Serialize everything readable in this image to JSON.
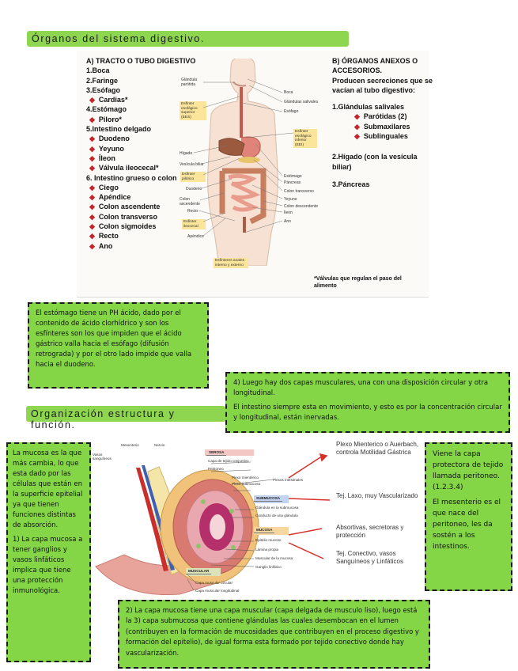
{
  "section1_title": "Órganos del sistema digestivo.",
  "section2_title": "Organización estructura y función.",
  "tract": {
    "heading": "A) TRACTO O TUBO DIGESTIVO",
    "items": [
      "1.Boca",
      "2.Faringe",
      "3.Esófago"
    ],
    "esofago_sub": [
      "Cardias*"
    ],
    "estomago": "4.Estómago",
    "estomago_sub": [
      "Piloro*"
    ],
    "delgado": "5.Intestino delgado",
    "delgado_sub": [
      "Duodeno",
      "Yeyuno",
      "Íleon",
      "Válvula ileocecal*"
    ],
    "grueso": "6. Intestino grueso o colon",
    "grueso_sub": [
      "Ciego",
      "Apéndice",
      "Colon ascendente",
      "Colon transverso",
      "Colon sigmoides",
      "Recto",
      "Ano"
    ]
  },
  "annex": {
    "heading_1": "B) ÓRGANOS ANEXOS O",
    "heading_2": "ACCESORIOS.",
    "desc_1": "Producen secreciones que se",
    "desc_2": "vacían al tubo digestivo:",
    "glands": "1.Glándulas salivales",
    "glands_sub": [
      "Parótidas (2)",
      "Submaxilares",
      "Sublinguales"
    ],
    "liver_1": "2.Hígado (con la vesícula",
    "liver_2": "biliar)",
    "pancreas": "3.Páncreas"
  },
  "valve_note_1": "*Válvulas que regulan el paso del",
  "valve_note_2": "alimento",
  "diagram1_labels": {
    "parotid": "Glándula parótida",
    "mouth": "Boca",
    "salivary": "Glándulas salivales",
    "esophagus": "Esófago",
    "ues": "Esfínter esofágico superior (EES)",
    "les": "Esfínter esofágico inferior (EEI)",
    "liver": "Hígado",
    "gallbladder": "Vesícula biliar",
    "pyloric": "Esfínter pilórico",
    "duodenum": "Duodeno",
    "ascending": "Colon ascendente",
    "rectum": "Recto",
    "ileocecal": "Esfínter ileocecal",
    "appendix": "Apéndice",
    "stomach": "Estómago",
    "pancreas": "Páncreas",
    "transverse": "Colon transverso",
    "jejunum": "Yeyuno",
    "descending": "Colon descendente",
    "ileum": "Íleon",
    "anus": "Ano",
    "anal": "Esfínteres anales interno y externo"
  },
  "box_stomach": "El estómago tiene un PH ácido, dado por el contenido de ácido clorhídrico y son los esfínteres son los que impiden que el ácido gástrico valla hacia el esófago (difusión retrograda) y por el otro lado impide que valla hacia el duodeno.",
  "box_muscle_1": "4) Luego hay dos capas musculares, una con una disposición circular y otra longitudinal.",
  "box_muscle_2": "El intestino siempre esta en movimiento, y esto es por la concentración circular y longitudinal, están inervadas.",
  "box_mucosa_1": "La mucosa es la que más cambia, lo que esta dado por las células que están en la superficie epitelial ya que tienen funciones distintas de absorción.",
  "box_mucosa_2": "1) La capa mucosa a tener ganglios y vasos linfáticos implica que tiene una protección inmunológica.",
  "box_peritoneo_1": "Viene la capa protectora de tejido llamada peritoneo. (1.2.3.4)",
  "box_peritoneo_2": "El mesenterio es el que nace del peritoneo, les da sostén a los intestinos.",
  "box_submucosa": "2) La capa mucosa tiene una capa muscular (capa delgada de musculo liso), luego está la 3) capa submucosa que contiene glándulas las cuales desembocan en el lumen (contribuyen en la formación de mucosidades que contribuyen en el proceso digestivo y formación del epitelio), de igual forma esta formado por tejido conectivo donde hay vascularización.",
  "diagram2": {
    "mesentery": "Mesenterio",
    "nerve": "Nervio",
    "vessels": "Vasos sanguíneos",
    "serosa": "SEROSA",
    "serosa_1": "Capa de tejido conjuntivo",
    "serosa_2": "Peritoneo",
    "plexus_myenteric": "Plexo mientérico",
    "plexus_submucosal": "Plexo submucoso",
    "plexus_intestinal": "Plexos intestinales",
    "submucosa": "SUBMUCOSA",
    "submucosa_1": "Glándula en la submucosa",
    "submucosa_2": "Conducto de una glándula",
    "mucosa": "MUCOSA",
    "mucosa_1": "Epitelio mucoso",
    "mucosa_2": "Lámina propia",
    "mucosa_3": "Muscular de la mucosa",
    "lymph": "Ganglio linfático",
    "muscularis": "MUSCULAR",
    "muscularis_1": "Capa muscular circular",
    "muscularis_2": "Capa muscular longitudinal",
    "note_plexus": "Plexo Mienterico o Auerbach, controla Motilidad Gástrica",
    "note_tissue": "Tej. Laxo, muy Vascularizado",
    "note_absorb": "Absortivas, secretoras y protección",
    "note_connective": "Tej. Conectivo, vasos Sanguíneos y Linfáticos"
  }
}
